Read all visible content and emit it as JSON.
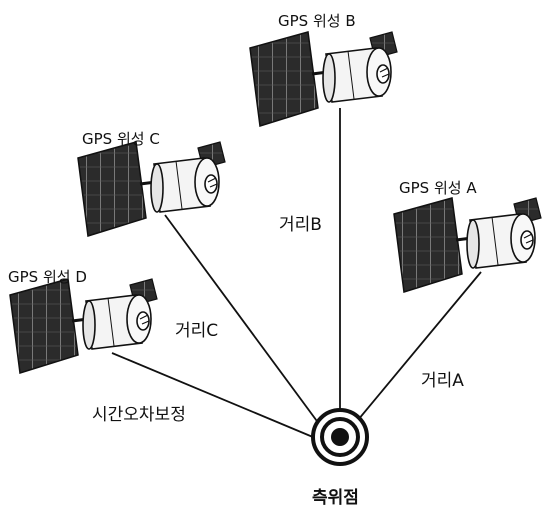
{
  "diagram": {
    "satellites": [
      {
        "id": "B",
        "label": "GPS 위성 B"
      },
      {
        "id": "C",
        "label": "GPS 위성 C"
      },
      {
        "id": "A",
        "label": "GPS 위성 A"
      },
      {
        "id": "D",
        "label": "GPS 위성 D"
      }
    ],
    "distances": {
      "b": "거리B",
      "c": "거리C",
      "a": "거리A"
    },
    "time_correction": "시간오차보정",
    "target": "측위점",
    "colors": {
      "ink": "#111111",
      "panel": "#2e2e2e",
      "body": "#f4f4f4"
    }
  }
}
